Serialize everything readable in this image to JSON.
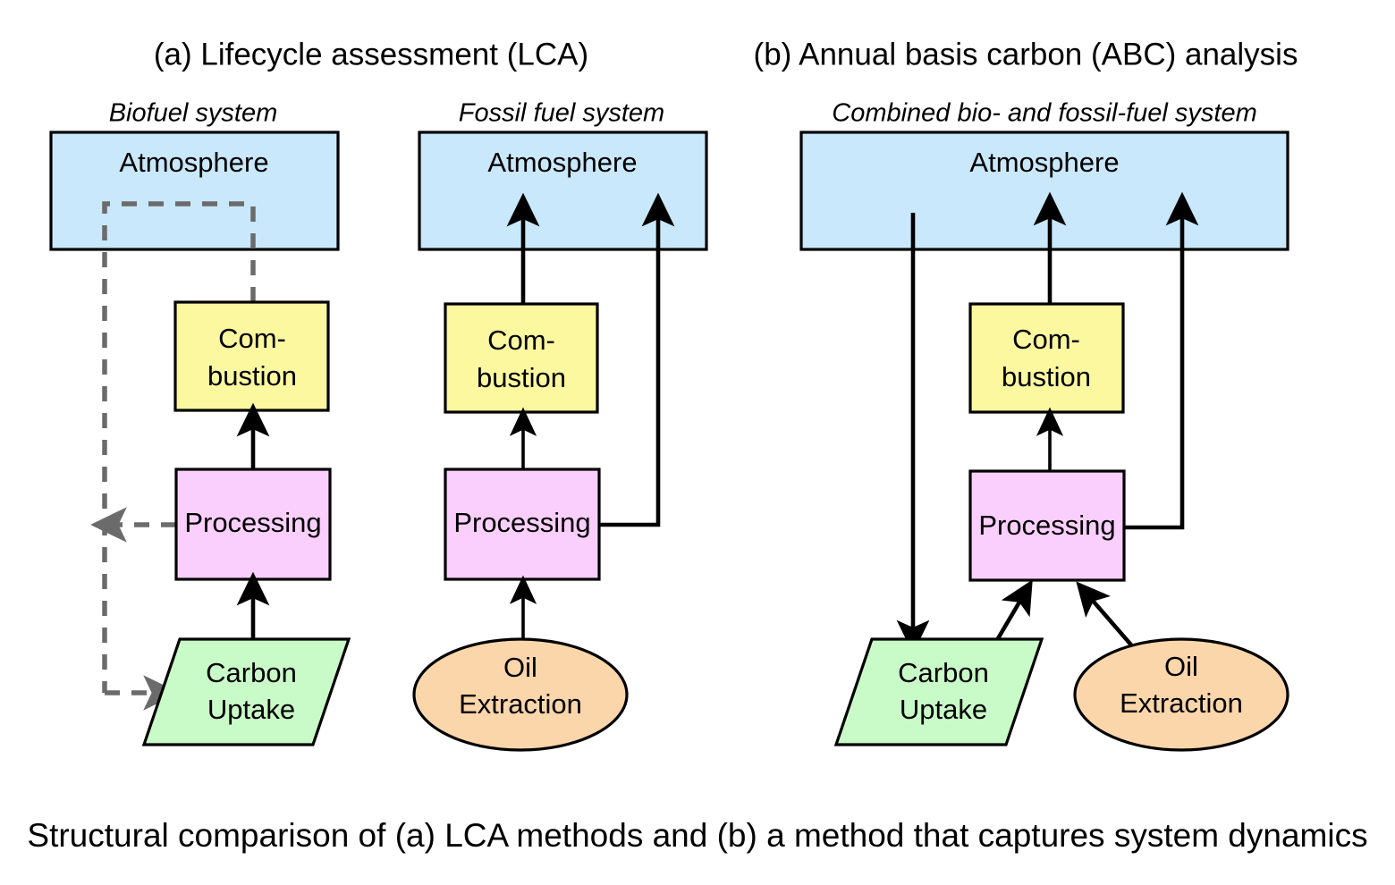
{
  "figure": {
    "caption": "Structural comparison of (a) LCA methods and (b) a method that captures system dynamics",
    "background": "#ffffff"
  },
  "colors": {
    "atmosphere": "#c9e8fb",
    "combustion": "#fbf8a0",
    "processing": "#fbcffd",
    "carbon_uptake": "#c9fbc8",
    "oil_extraction": "#fbd6aa",
    "outline": "#000000",
    "dashed_flow": "#6b6b6b",
    "solid_flow": "#000000"
  },
  "panels": [
    {
      "id": "panel-a",
      "title": "(a) Lifecycle assessment (LCA)",
      "systems": [
        {
          "id": "biofuel-system",
          "label": "Biofuel system",
          "nodes": [
            {
              "id": "atmosphere",
              "label": "Atmosphere",
              "shape": "rectangle",
              "fill": "#c9e8fb"
            },
            {
              "id": "combustion",
              "label": "Com-\nbustion",
              "line1": "Com-",
              "line2": "bustion",
              "shape": "rectangle",
              "fill": "#fbf8a0"
            },
            {
              "id": "processing",
              "label": "Processing",
              "shape": "rectangle",
              "fill": "#fbcffd"
            },
            {
              "id": "carbon-uptake",
              "label": "Carbon\nUptake",
              "line1": "Carbon",
              "line2": "Uptake",
              "shape": "parallelogram",
              "fill": "#c9fbc8"
            }
          ],
          "flows": [
            {
              "from": "carbon-uptake",
              "to": "processing",
              "style": "solid",
              "arrow": true
            },
            {
              "from": "processing",
              "to": "combustion",
              "style": "solid",
              "arrow": true
            },
            {
              "from": "combustion",
              "to": "atmosphere",
              "style": "dashed",
              "arrow": false
            },
            {
              "from": "processing",
              "to": "carbon-uptake",
              "style": "dashed",
              "arrow": true
            }
          ]
        },
        {
          "id": "fossil-fuel-system",
          "label": "Fossil fuel system",
          "nodes": [
            {
              "id": "atmosphere",
              "label": "Atmosphere",
              "shape": "rectangle",
              "fill": "#c9e8fb"
            },
            {
              "id": "combustion",
              "label": "Com-\nbustion",
              "line1": "Com-",
              "line2": "bustion",
              "shape": "rectangle",
              "fill": "#fbf8a0"
            },
            {
              "id": "processing",
              "label": "Processing",
              "shape": "rectangle",
              "fill": "#fbcffd"
            },
            {
              "id": "oil-extraction",
              "label": "Oil\nExtraction",
              "line1": "Oil",
              "line2": "Extraction",
              "shape": "ellipse",
              "fill": "#fbd6aa"
            }
          ],
          "flows": [
            {
              "from": "oil-extraction",
              "to": "processing",
              "style": "solid",
              "arrow": true
            },
            {
              "from": "processing",
              "to": "combustion",
              "style": "solid",
              "arrow": true
            },
            {
              "from": "combustion",
              "to": "atmosphere",
              "style": "solid",
              "arrow": true
            },
            {
              "from": "processing",
              "to": "atmosphere",
              "style": "solid",
              "arrow": true
            }
          ]
        }
      ]
    },
    {
      "id": "panel-b",
      "title": "(b) Annual basis carbon (ABC) analysis",
      "systems": [
        {
          "id": "combined-system",
          "label": "Combined bio- and fossil-fuel system",
          "nodes": [
            {
              "id": "atmosphere",
              "label": "Atmosphere",
              "shape": "rectangle",
              "fill": "#c9e8fb"
            },
            {
              "id": "combustion",
              "label": "Com-\nbustion",
              "line1": "Com-",
              "line2": "bustion",
              "shape": "rectangle",
              "fill": "#fbf8a0"
            },
            {
              "id": "processing",
              "label": "Processing",
              "shape": "rectangle",
              "fill": "#fbcffd"
            },
            {
              "id": "carbon-uptake",
              "label": "Carbon\nUptake",
              "line1": "Carbon",
              "line2": "Uptake",
              "shape": "parallelogram",
              "fill": "#c9fbc8"
            },
            {
              "id": "oil-extraction",
              "label": "Oil\nExtraction",
              "line1": "Oil",
              "line2": "Extraction",
              "shape": "ellipse",
              "fill": "#fbd6aa"
            }
          ],
          "flows": [
            {
              "from": "atmosphere",
              "to": "carbon-uptake",
              "style": "solid",
              "arrow": true
            },
            {
              "from": "carbon-uptake",
              "to": "processing",
              "style": "solid",
              "arrow": true
            },
            {
              "from": "oil-extraction",
              "to": "processing",
              "style": "solid",
              "arrow": true
            },
            {
              "from": "processing",
              "to": "combustion",
              "style": "solid",
              "arrow": true
            },
            {
              "from": "combustion",
              "to": "atmosphere",
              "style": "solid",
              "arrow": true
            },
            {
              "from": "processing",
              "to": "atmosphere",
              "style": "solid",
              "arrow": true
            }
          ]
        }
      ]
    }
  ]
}
